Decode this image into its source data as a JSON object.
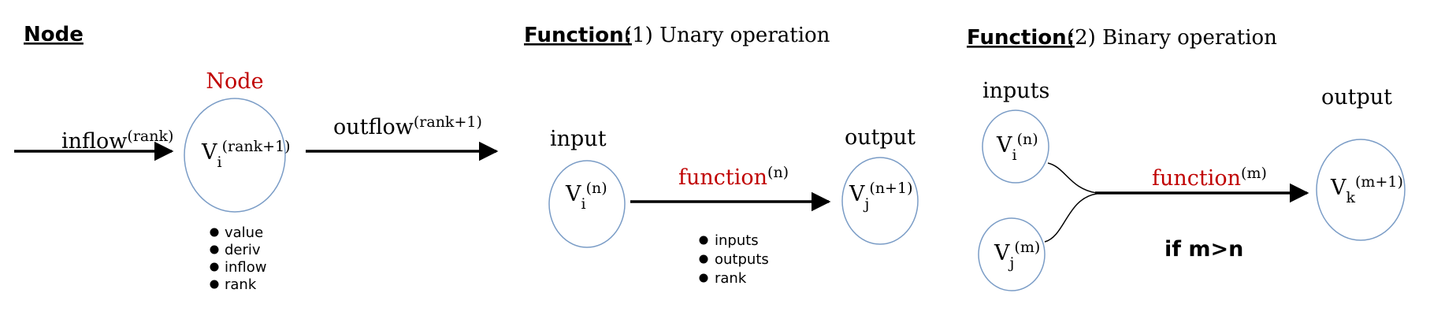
{
  "colors": {
    "accent_red": "#c00000",
    "circle_stroke": "#7a9cc6",
    "arrow": "#000000"
  },
  "node_panel": {
    "title": "Node",
    "node_label": "Node",
    "inflow": {
      "base": "inflow",
      "sup": "(rank)"
    },
    "outflow": {
      "base": "outflow",
      "sup": "(rank+1)"
    },
    "node_var": {
      "base": "V",
      "sub": "i",
      "sup": "(rank+1)"
    },
    "attributes": [
      "value",
      "deriv",
      "inflow",
      "rank"
    ]
  },
  "unary_panel": {
    "title": "Function:",
    "subtitle": "(1) Unary operation",
    "input_label": "input",
    "output_label": "output",
    "input_var": {
      "base": "V",
      "sub": "i",
      "sup": "(n)"
    },
    "output_var": {
      "base": "V",
      "sub": "j",
      "sup": "(n+1)"
    },
    "function_label": {
      "base": "function",
      "sup": "(n)"
    },
    "attributes": [
      "inputs",
      "outputs",
      "rank"
    ]
  },
  "binary_panel": {
    "title": "Function:",
    "subtitle": "(2) Binary operation",
    "inputs_label": "inputs",
    "output_label": "output",
    "input1_var": {
      "base": "V",
      "sub": "i",
      "sup": "(n)"
    },
    "input2_var": {
      "base": "V",
      "sub": "j",
      "sup": "(m)"
    },
    "output_var": {
      "base": "V",
      "sub": "k",
      "sup": "(m+1)"
    },
    "function_label": {
      "base": "function",
      "sup": "(m)"
    },
    "condition": "if m>n"
  }
}
